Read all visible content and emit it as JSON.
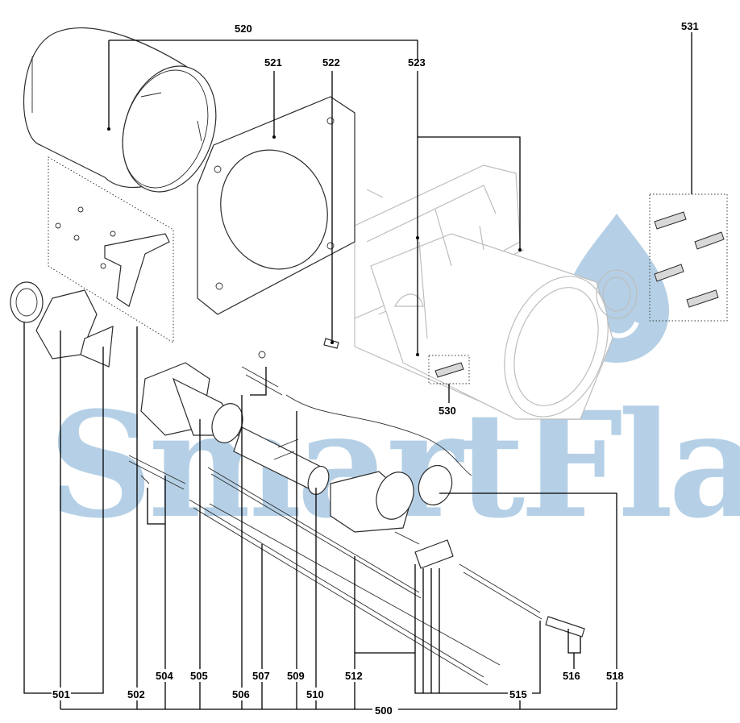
{
  "diagram": {
    "labels": {
      "l500": "500",
      "l501": "501",
      "l502": "502",
      "l504": "504",
      "l505": "505",
      "l506": "506",
      "l507": "507",
      "l509": "509",
      "l510": "510",
      "l512": "512",
      "l515": "515",
      "l516": "516",
      "l518": "518",
      "l520": "520",
      "l521": "521",
      "l522": "522",
      "l523": "523",
      "l530": "530",
      "l531": "531"
    },
    "watermark": {
      "text": "SmartFlam",
      "color": "#a9c8e2"
    },
    "colors": {
      "line": "#000000",
      "ghost": "#bdbdbd"
    }
  }
}
